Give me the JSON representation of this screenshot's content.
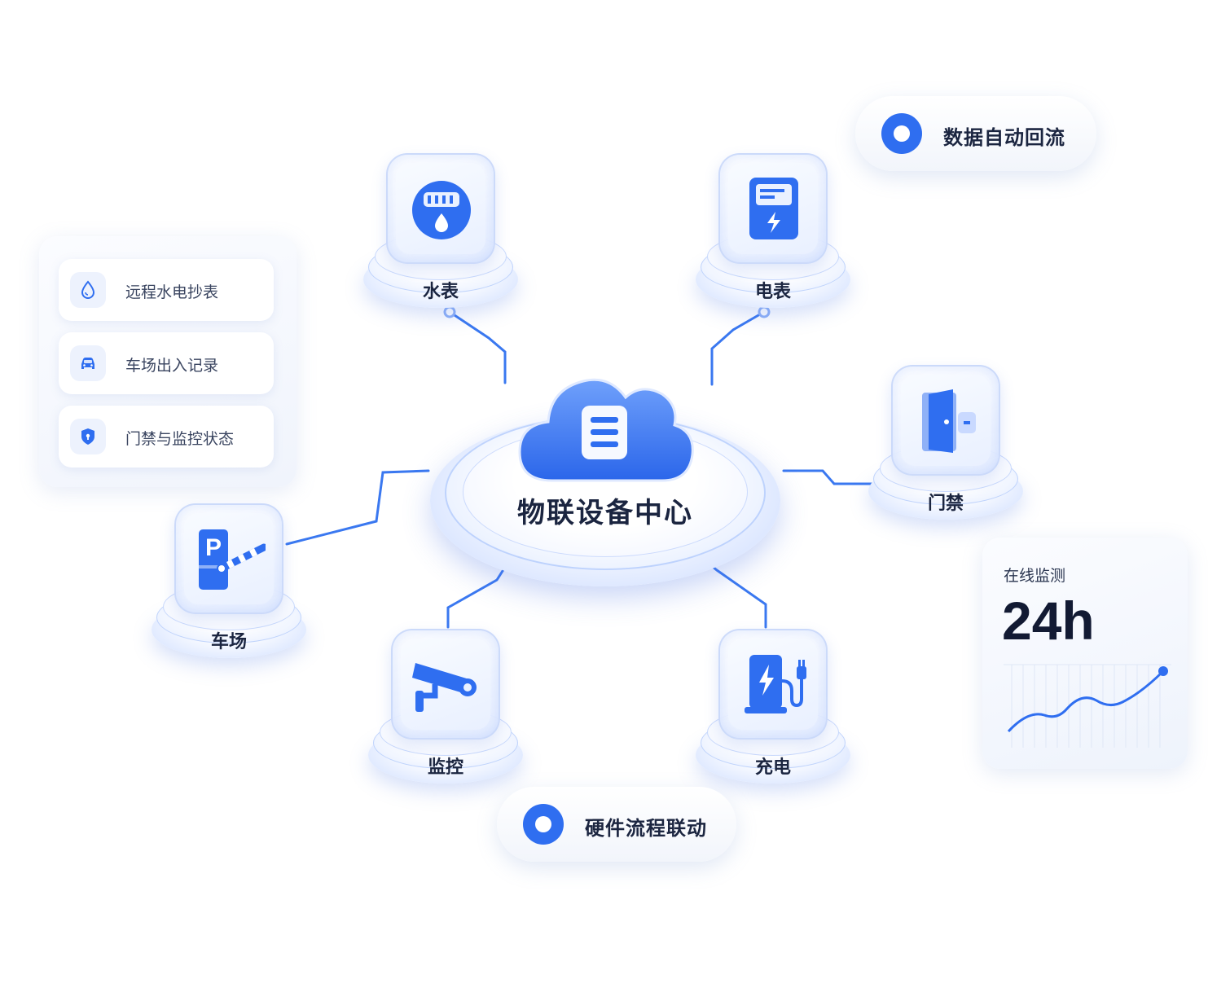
{
  "hub": {
    "title": "物联设备中心"
  },
  "nodes": {
    "water_meter": "水表",
    "electric_meter": "电表",
    "door_access": "门禁",
    "parking": "车场",
    "surveillance": "监控",
    "charging": "充电"
  },
  "features": [
    {
      "label": "远程水电抄表",
      "icon": "water-drop-icon"
    },
    {
      "label": "车场出入记录",
      "icon": "car-icon"
    },
    {
      "label": "门禁与监控状态",
      "icon": "shield-icon"
    }
  ],
  "pills": {
    "data_backflow": "数据自动回流",
    "hardware_linkage": "硬件流程联动"
  },
  "monitor": {
    "label": "在线监测",
    "value": "24h"
  },
  "parking_sign": "P",
  "colors": {
    "accent": "#2f6ef0",
    "accent_light": "#6f9cf8",
    "text": "#1b2540"
  }
}
